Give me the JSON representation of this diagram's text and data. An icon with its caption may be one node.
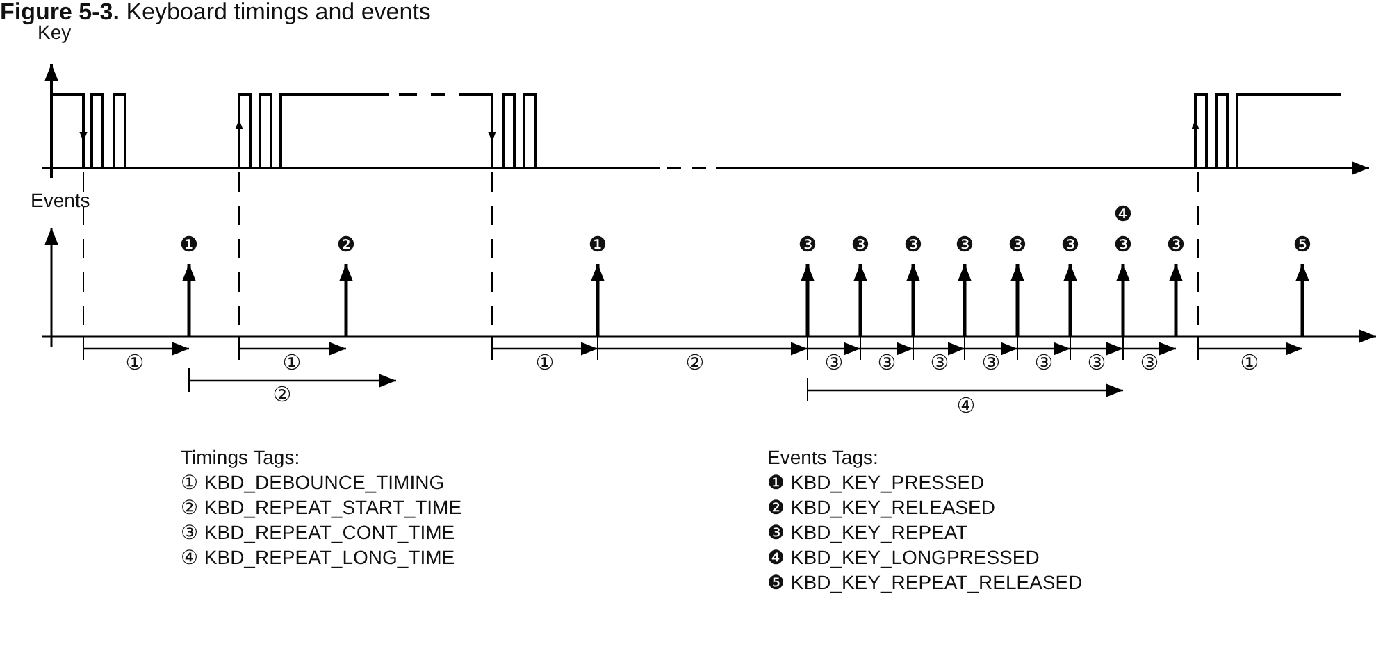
{
  "diagram": {
    "title": "**Figure 5-3.** Keyboard timings and events",
    "labels": [
      "Key",
      "Events",
      "❹",
      "❶",
      "❷",
      "❶",
      "❸",
      "❸",
      "❸",
      "❸",
      "❸",
      "❸",
      "❸",
      "❸",
      "❺",
      "①",
      "①",
      "①",
      "②",
      "③",
      "③",
      "③",
      "③",
      "③",
      "③",
      "③",
      "①",
      "②",
      "④",
      "Timings Tags:",
      "Events Tags:",
      "① KBD_DEBOUNCE_TIMING",
      "❶ KBD_KEY_PRESSED",
      "② KBD_REPEAT_START_TIME",
      "❷ KBD_KEY_RELEASED",
      "③ KBD_REPEAT_CONT_TIME",
      "❸ KBD_KEY_REPEAT",
      "④ KBD_REPEAT_LONG_TIME",
      "❹ KBD_KEY_LONGPRESSED",
      "❺ KBD_KEY_REPEAT_RELEASED"
    ]
  }
}
